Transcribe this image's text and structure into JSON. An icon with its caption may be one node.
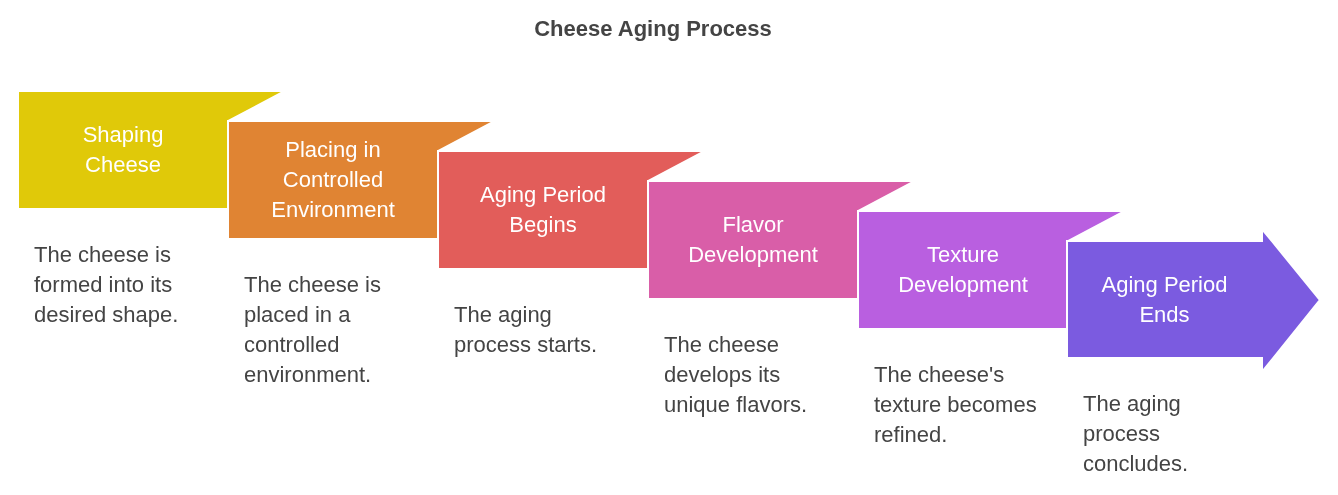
{
  "diagram": {
    "title": "Cheese Aging Process",
    "nodes": [
      {
        "text": [
          "Shaping Cheese"
        ],
        "beside": [
          "The cheese is formed into its desired shape."
        ]
      },
      {
        "text": [
          "Placing in Controlled Environment"
        ],
        "beside": [
          "The cheese is placed in a controlled environment."
        ]
      },
      {
        "text": [
          "Aging Period Begins"
        ],
        "beside": [
          "The aging process starts."
        ]
      },
      {
        "text": [
          "Flavor Development"
        ],
        "beside": [
          "The cheese develops its unique flavors."
        ]
      },
      {
        "text": [
          "Texture Development"
        ],
        "beside": [
          "The cheese's texture becomes refined."
        ]
      },
      {
        "text": [
          "Aging Period Ends"
        ],
        "beside": [
          "The aging process concludes."
        ]
      }
    ]
  }
}
